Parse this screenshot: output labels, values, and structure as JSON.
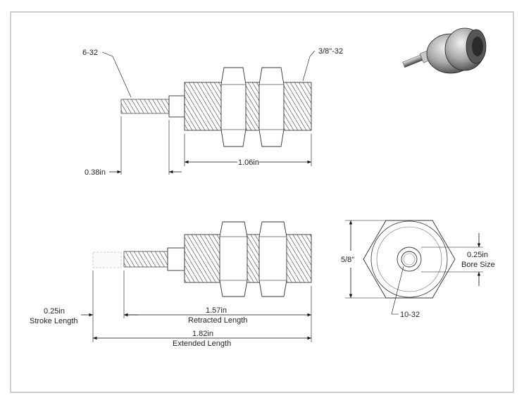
{
  "labels": {
    "thread_small": "6-32",
    "thread_body": "3/8\"-32",
    "dim_038": "0.38in",
    "dim_106": "1.06in",
    "dim_025_stroke": "0.25in",
    "stroke_length": "Stroke Length",
    "dim_157": "1.57in",
    "retracted_length": "Retracted Length",
    "dim_182": "1.82in",
    "extended_length": "Extended Length",
    "dim_58": "5/8\"",
    "dim_025_bore": "0.25in",
    "bore_size": "Bore Size",
    "thread_1032": "10-32"
  },
  "colors": {
    "line": "#111111",
    "outline": "#333333",
    "phantom": "#bbbbbb",
    "paper": "#ffffff"
  }
}
